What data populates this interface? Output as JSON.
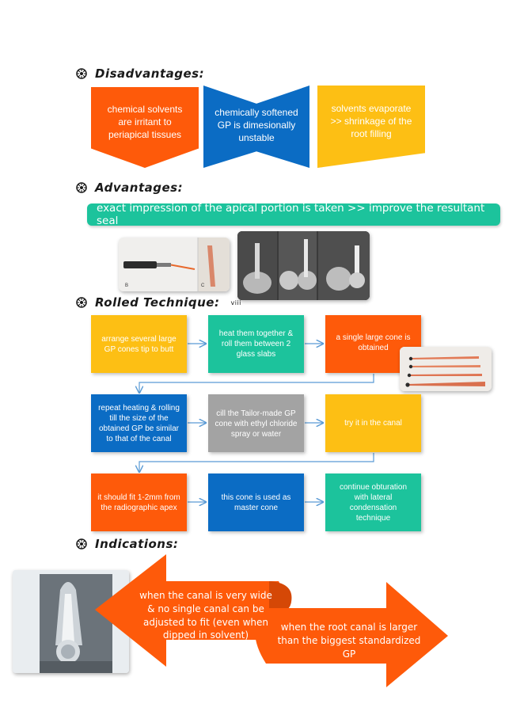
{
  "headings": {
    "disadvantages": "Disadvantages:",
    "advantages": "Advantages:",
    "rolled": "Rolled Technique:",
    "indications": "Indications:"
  },
  "disadvantages": [
    "chemical solvents are irritant to periapical tissues",
    "chemically softened GP is dimesionally unstable",
    "solvents evaporate >> shrinkage of the root filling"
  ],
  "advantage_banner": "exact impression of the apical portion is taken >> improve the resultant seal",
  "figure_labels": {
    "a": "B",
    "b": "C",
    "roman": "viii"
  },
  "steps": [
    "arrange several large GP cones tip to butt",
    "heat them together & roll them between 2 glass slabs",
    "a single large cone is obtained",
    "repeat heating & rolling till the size of the obtained GP be similar to that of the canal",
    "cill the Tailor-made GP cone with ethyl chloride spray or water",
    "try it in the canal",
    "it should fit 1-2mm from the radiographic apex",
    "this cone is used as master cone",
    "continue obturation with lateral condensation technique"
  ],
  "indications": [
    "when the canal is very wide & no single canal can be adjusted to fit (even when dipped in solvent)",
    "when the root canal is larger than the biggest standardized GP"
  ],
  "colors": {
    "orange": "#fe5a0a",
    "blue": "#0b6cc4",
    "yellow": "#fdbf14",
    "teal": "#1cc39c",
    "grey": "#a3a3a3",
    "arrow": "#5b9bd5"
  },
  "icons": {
    "bullet": "flower-bullet-icon",
    "arrow": "right-arrow-icon"
  }
}
